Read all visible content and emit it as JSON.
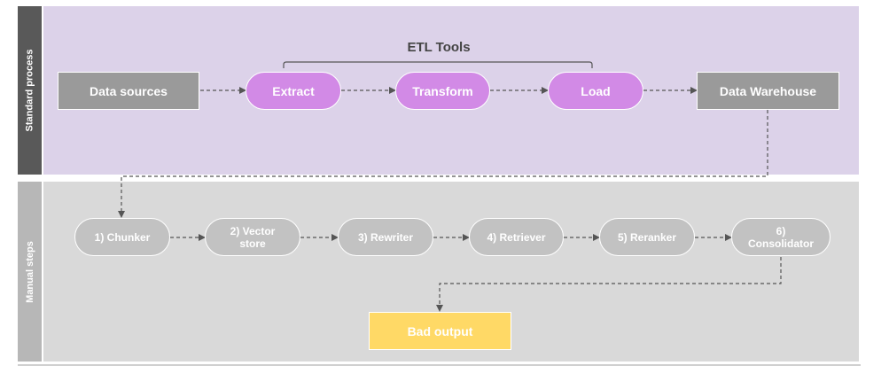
{
  "standard": {
    "section_label": "Standard process",
    "etl_label": "ETL Tools",
    "data_sources": "Data sources",
    "extract": "Extract",
    "transform": "Transform",
    "load": "Load",
    "warehouse": "Data Warehouse"
  },
  "manual": {
    "section_label": "Manual steps",
    "steps": [
      {
        "label": "1) Chunker"
      },
      {
        "label": "2) Vector\nstore"
      },
      {
        "label": "3) Rewriter"
      },
      {
        "label": "4) Retriever"
      },
      {
        "label": "5) Reranker"
      },
      {
        "label": "6)\nConsolidator"
      }
    ],
    "output": "Bad output"
  },
  "colors": {
    "sidebar_top": "#595959",
    "sidebar_bottom": "#b7b7b7",
    "panel_top": "#dcd2e9",
    "panel_bottom": "#d9d9d9",
    "purple_pill": "#d28ae6",
    "gray_rect": "#9a9a9a",
    "gray_pill": "#c2c2c2",
    "yellow": "#ffd966",
    "connector": "#555555"
  }
}
